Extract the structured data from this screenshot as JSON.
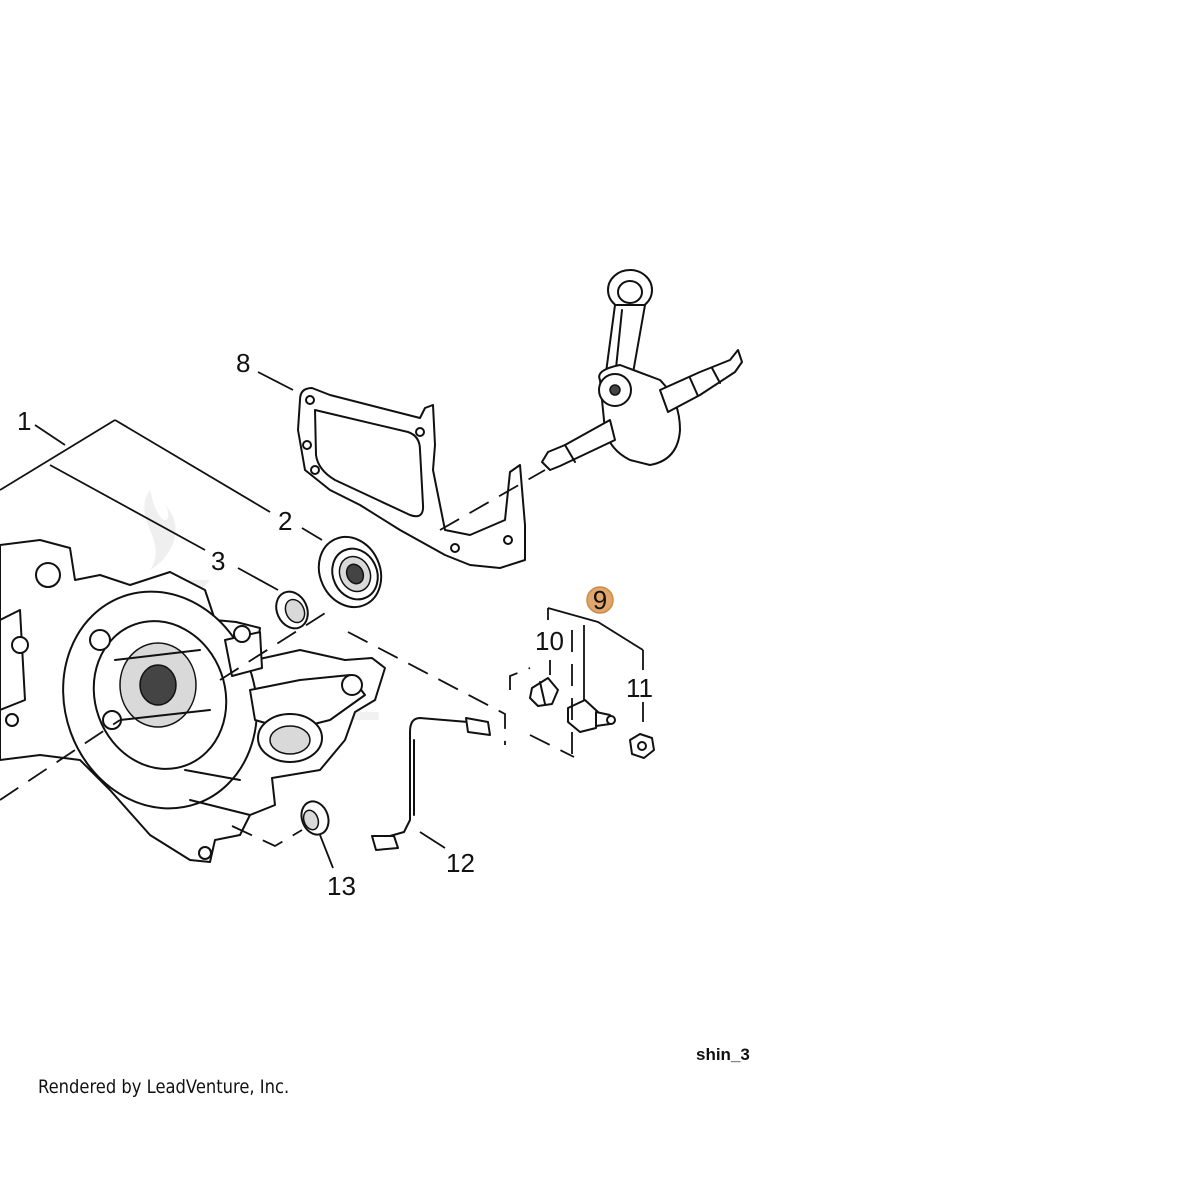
{
  "diagram": {
    "highlight_color": "#e0a66b",
    "callouts": [
      {
        "id": "1",
        "label": "1"
      },
      {
        "id": "2",
        "label": "2"
      },
      {
        "id": "3",
        "label": "3"
      },
      {
        "id": "8",
        "label": "8"
      },
      {
        "id": "9",
        "label": "9",
        "highlighted": true
      },
      {
        "id": "10",
        "label": "10"
      },
      {
        "id": "11",
        "label": "11"
      },
      {
        "id": "12",
        "label": "12"
      },
      {
        "id": "13",
        "label": "13"
      }
    ],
    "reference_code": "shin_3",
    "credit": "Rendered by LeadVenture, Inc."
  }
}
